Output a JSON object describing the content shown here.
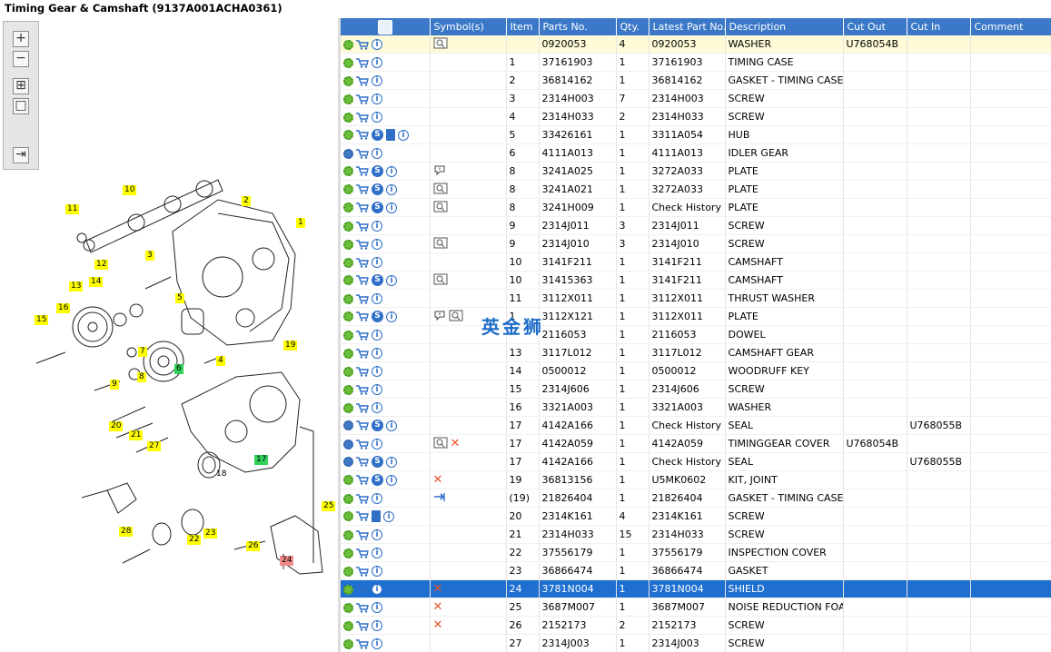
{
  "window": {
    "title": "Timing Gear & Camshaft (9137A001ACHA0361)"
  },
  "watermark": "英金狮",
  "diagram": {
    "tools": [
      "zoom-in-icon",
      "zoom-out-icon",
      "fit-icon",
      "actual-size-icon",
      "export-icon"
    ],
    "callouts": [
      {
        "label": "10",
        "style": "cy"
      },
      {
        "label": "11",
        "style": "cy"
      },
      {
        "label": "2",
        "style": "cy"
      },
      {
        "label": "1",
        "style": "cy"
      },
      {
        "label": "12",
        "style": "cy"
      },
      {
        "label": "3",
        "style": "cy"
      },
      {
        "label": "14",
        "style": "cy"
      },
      {
        "label": "13",
        "style": "cy"
      },
      {
        "label": "5",
        "style": "cy"
      },
      {
        "label": "16",
        "style": "cy"
      },
      {
        "label": "15",
        "style": "cy"
      },
      {
        "label": "7",
        "style": "cy"
      },
      {
        "label": "6",
        "style": "cg"
      },
      {
        "label": "4",
        "style": "cy"
      },
      {
        "label": "19",
        "style": "cy"
      },
      {
        "label": "9",
        "style": "cy"
      },
      {
        "label": "8",
        "style": "cy"
      },
      {
        "label": "20",
        "style": "cy"
      },
      {
        "label": "21",
        "style": "cy"
      },
      {
        "label": "27",
        "style": "cy"
      },
      {
        "label": "17",
        "style": "cg"
      },
      {
        "label": "18",
        "style": ""
      },
      {
        "label": "25",
        "style": "cy"
      },
      {
        "label": "28",
        "style": "cy"
      },
      {
        "label": "22",
        "style": "cy"
      },
      {
        "label": "23",
        "style": "cy"
      },
      {
        "label": "26",
        "style": "cy"
      },
      {
        "label": "24",
        "style": "cr"
      }
    ]
  },
  "table": {
    "columns": [
      "",
      "Symbol(s)",
      "Item",
      "Parts No.",
      "Qty.",
      "Latest Part No.",
      "Description",
      "Cut Out",
      "Cut In",
      "Comment"
    ],
    "rows": [
      {
        "gear": "g",
        "s": false,
        "book": false,
        "syms": [
          "history"
        ],
        "item": "",
        "part": "0920053",
        "qty": "4",
        "latest": "0920053",
        "desc": "WASHER",
        "cutout": "U768054B",
        "cutin": "",
        "hl": true
      },
      {
        "gear": "g",
        "s": false,
        "book": false,
        "syms": [],
        "item": "1",
        "part": "37161903",
        "qty": "1",
        "latest": "37161903",
        "desc": "TIMING CASE",
        "cutout": "",
        "cutin": ""
      },
      {
        "gear": "g",
        "s": false,
        "book": false,
        "syms": [],
        "item": "2",
        "part": "36814162",
        "qty": "1",
        "latest": "36814162",
        "desc": "GASKET - TIMING CASE",
        "cutout": "",
        "cutin": ""
      },
      {
        "gear": "g",
        "s": false,
        "book": false,
        "syms": [],
        "item": "3",
        "part": "2314H003",
        "qty": "7",
        "latest": "2314H003",
        "desc": "SCREW",
        "cutout": "",
        "cutin": ""
      },
      {
        "gear": "g",
        "s": false,
        "book": false,
        "syms": [],
        "item": "4",
        "part": "2314H033",
        "qty": "2",
        "latest": "2314H033",
        "desc": "SCREW",
        "cutout": "",
        "cutin": ""
      },
      {
        "gear": "g",
        "s": true,
        "book": true,
        "syms": [],
        "item": "5",
        "part": "33426161",
        "qty": "1",
        "latest": "3311A054",
        "desc": "HUB",
        "cutout": "",
        "cutin": ""
      },
      {
        "gear": "b",
        "s": false,
        "book": false,
        "syms": [],
        "item": "6",
        "part": "4111A013",
        "qty": "1",
        "latest": "4111A013",
        "desc": "IDLER GEAR",
        "cutout": "",
        "cutin": ""
      },
      {
        "gear": "g",
        "s": true,
        "book": false,
        "syms": [
          "comment"
        ],
        "item": "8",
        "part": "3241A025",
        "qty": "1",
        "latest": "3272A033",
        "desc": "PLATE",
        "cutout": "",
        "cutin": ""
      },
      {
        "gear": "g",
        "s": true,
        "book": false,
        "syms": [
          "history"
        ],
        "item": "8",
        "part": "3241A021",
        "qty": "1",
        "latest": "3272A033",
        "desc": "PLATE",
        "cutout": "",
        "cutin": ""
      },
      {
        "gear": "g",
        "s": true,
        "book": false,
        "syms": [
          "history"
        ],
        "item": "8",
        "part": "3241H009",
        "qty": "1",
        "latest": "Check History",
        "desc": "PLATE",
        "cutout": "",
        "cutin": ""
      },
      {
        "gear": "g",
        "s": false,
        "book": false,
        "syms": [],
        "item": "9",
        "part": "2314J011",
        "qty": "3",
        "latest": "2314J011",
        "desc": "SCREW",
        "cutout": "",
        "cutin": ""
      },
      {
        "gear": "g",
        "s": false,
        "book": false,
        "syms": [
          "history"
        ],
        "item": "9",
        "part": "2314J010",
        "qty": "3",
        "latest": "2314J010",
        "desc": "SCREW",
        "cutout": "",
        "cutin": ""
      },
      {
        "gear": "g",
        "s": false,
        "book": false,
        "syms": [],
        "item": "10",
        "part": "3141F211",
        "qty": "1",
        "latest": "3141F211",
        "desc": "CAMSHAFT",
        "cutout": "",
        "cutin": ""
      },
      {
        "gear": "g",
        "s": true,
        "book": false,
        "syms": [
          "history"
        ],
        "item": "10",
        "part": "31415363",
        "qty": "1",
        "latest": "3141F211",
        "desc": "CAMSHAFT",
        "cutout": "",
        "cutin": ""
      },
      {
        "gear": "g",
        "s": false,
        "book": false,
        "syms": [],
        "item": "11",
        "part": "3112X011",
        "qty": "1",
        "latest": "3112X011",
        "desc": "THRUST WASHER",
        "cutout": "",
        "cutin": ""
      },
      {
        "gear": "g",
        "s": true,
        "book": false,
        "syms": [
          "comment",
          "history"
        ],
        "item": "1",
        "part": "3112X121",
        "qty": "1",
        "latest": "3112X011",
        "desc": "PLATE",
        "cutout": "",
        "cutin": ""
      },
      {
        "gear": "g",
        "s": false,
        "book": false,
        "syms": [],
        "item": "",
        "part": "2116053",
        "qty": "1",
        "latest": "2116053",
        "desc": "DOWEL",
        "cutout": "",
        "cutin": ""
      },
      {
        "gear": "g",
        "s": false,
        "book": false,
        "syms": [],
        "item": "13",
        "part": "3117L012",
        "qty": "1",
        "latest": "3117L012",
        "desc": "CAMSHAFT GEAR",
        "cutout": "",
        "cutin": ""
      },
      {
        "gear": "g",
        "s": false,
        "book": false,
        "syms": [],
        "item": "14",
        "part": "0500012",
        "qty": "1",
        "latest": "0500012",
        "desc": "WOODRUFF KEY",
        "cutout": "",
        "cutin": ""
      },
      {
        "gear": "g",
        "s": false,
        "book": false,
        "syms": [],
        "item": "15",
        "part": "2314J606",
        "qty": "1",
        "latest": "2314J606",
        "desc": "SCREW",
        "cutout": "",
        "cutin": ""
      },
      {
        "gear": "g",
        "s": false,
        "book": false,
        "syms": [],
        "item": "16",
        "part": "3321A003",
        "qty": "1",
        "latest": "3321A003",
        "desc": "WASHER",
        "cutout": "",
        "cutin": ""
      },
      {
        "gear": "b",
        "s": true,
        "book": false,
        "syms": [],
        "item": "17",
        "part": "4142A166",
        "qty": "1",
        "latest": "Check History",
        "desc": "SEAL",
        "cutout": "",
        "cutin": "U768055B"
      },
      {
        "gear": "b",
        "s": false,
        "book": false,
        "syms": [
          "history",
          "x"
        ],
        "item": "17",
        "part": "4142A059",
        "qty": "1",
        "latest": "4142A059",
        "desc": "TIMINGGEAR COVER",
        "cutout": "U768054B",
        "cutin": ""
      },
      {
        "gear": "b",
        "s": true,
        "book": false,
        "syms": [],
        "item": "17",
        "part": "4142A166",
        "qty": "1",
        "latest": "Check History",
        "desc": "SEAL",
        "cutout": "",
        "cutin": "U768055B"
      },
      {
        "gear": "g",
        "s": true,
        "book": false,
        "syms": [
          "x"
        ],
        "item": "19",
        "part": "36813156",
        "qty": "1",
        "latest": "U5MK0602",
        "desc": "KIT, JOINT",
        "cutout": "",
        "cutin": ""
      },
      {
        "gear": "g",
        "s": false,
        "book": false,
        "syms": [
          "arrow"
        ],
        "item": "(19)",
        "part": "21826404",
        "qty": "1",
        "latest": "21826404",
        "desc": "GASKET - TIMING CASE C",
        "cutout": "",
        "cutin": ""
      },
      {
        "gear": "g",
        "s": false,
        "book": true,
        "syms": [],
        "item": "20",
        "part": "2314K161",
        "qty": "4",
        "latest": "2314K161",
        "desc": "SCREW",
        "cutout": "",
        "cutin": ""
      },
      {
        "gear": "g",
        "s": false,
        "book": false,
        "syms": [],
        "item": "21",
        "part": "2314H033",
        "qty": "15",
        "latest": "2314H033",
        "desc": "SCREW",
        "cutout": "",
        "cutin": ""
      },
      {
        "gear": "g",
        "s": false,
        "book": false,
        "syms": [],
        "item": "22",
        "part": "37556179",
        "qty": "1",
        "latest": "37556179",
        "desc": "INSPECTION COVER",
        "cutout": "",
        "cutin": ""
      },
      {
        "gear": "g",
        "s": false,
        "book": false,
        "syms": [],
        "item": "23",
        "part": "36866474",
        "qty": "1",
        "latest": "36866474",
        "desc": "GASKET",
        "cutout": "",
        "cutin": ""
      },
      {
        "gear": "g",
        "s": false,
        "book": false,
        "syms": [
          "x"
        ],
        "item": "24",
        "part": "3781N004",
        "qty": "1",
        "latest": "3781N004",
        "desc": "SHIELD",
        "cutout": "",
        "cutin": "",
        "sel": true
      },
      {
        "gear": "g",
        "s": false,
        "book": false,
        "syms": [
          "x"
        ],
        "item": "25",
        "part": "3687M007",
        "qty": "1",
        "latest": "3687M007",
        "desc": "NOISE REDUCTION FOAM",
        "cutout": "",
        "cutin": ""
      },
      {
        "gear": "g",
        "s": false,
        "book": false,
        "syms": [
          "x"
        ],
        "item": "26",
        "part": "2152173",
        "qty": "2",
        "latest": "2152173",
        "desc": "SCREW",
        "cutout": "",
        "cutin": ""
      },
      {
        "gear": "g",
        "s": false,
        "book": false,
        "syms": [],
        "item": "27",
        "part": "2314J003",
        "qty": "1",
        "latest": "2314J003",
        "desc": "SCREW",
        "cutout": "",
        "cutin": ""
      }
    ]
  }
}
